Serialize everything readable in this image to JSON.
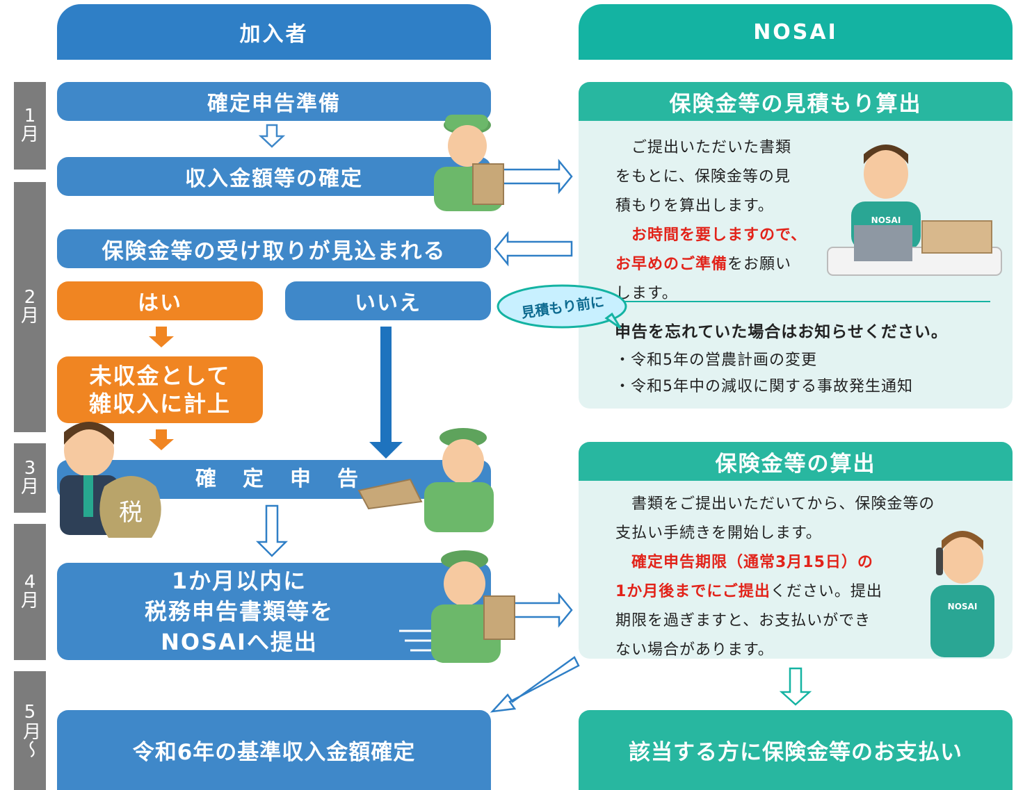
{
  "header": {
    "left": "加入者",
    "right": "NOSAI"
  },
  "colors": {
    "blue_header": "#2f7fc6",
    "blue_box": "#3f88c9",
    "teal_header": "#14b3a2",
    "teal_box": "#28b7a0",
    "orange": "#f08522",
    "panel": "#e3f3f2",
    "month": "#7c7c7c",
    "red": "#e2231a"
  },
  "months": [
    {
      "num": "1",
      "unit": "月"
    },
    {
      "num": "2",
      "unit": "月"
    },
    {
      "num": "3",
      "unit": "月"
    },
    {
      "num": "4",
      "unit": "月"
    },
    {
      "num": "5",
      "unit": "月〜"
    }
  ],
  "left": {
    "step1": "確定申告準備",
    "step2": "収入金額等の確定",
    "question": "保険金等の受け取りが見込まれる",
    "yes": "はい",
    "no": "いいえ",
    "yes_result_1": "未収金として",
    "yes_result_2": "雑収入に計上",
    "tax_filing": "確　定　申　告",
    "tax_bag": "税",
    "submit_1": "1か月以内に",
    "submit_2": "税務申告書類等を",
    "submit_3": "NOSAIへ提出",
    "final": "令和6年の基準収入金額確定"
  },
  "right": {
    "estimate_title": "保険金等の見積もり算出",
    "estimate_body_1": "　ご提出いただいた書類",
    "estimate_body_2": "をもとに、保険金等の見",
    "estimate_body_3": "積もりを算出します。",
    "estimate_red_1": "　お時間を要しますので、",
    "estimate_red_2": "お早めのご準備",
    "estimate_tail_2": "をお願い",
    "estimate_body_4": "します。",
    "bubble": "見積もり前に",
    "notice_title": "申告を忘れていた場合はお知らせください。",
    "notice_1": "・令和5年の営農計画の変更",
    "notice_2": "・令和5年中の減収に関する事故発生通知",
    "calc_title": "保険金等の算出",
    "calc_body_1": "　書類をご提出いただいてから、保険金等の",
    "calc_body_2": "支払い手続きを開始します。",
    "calc_red_1": "　確定申告期限（通常3月15日）の",
    "calc_red_2": "1か月後までにご提出",
    "calc_tail_2": "ください。提出",
    "calc_body_3": "期限を過ぎますと、お支払いができ",
    "calc_body_4": "ない場合があります。",
    "staff_label": "NOSAI",
    "payment": "該当する方に保険金等のお支払い"
  }
}
